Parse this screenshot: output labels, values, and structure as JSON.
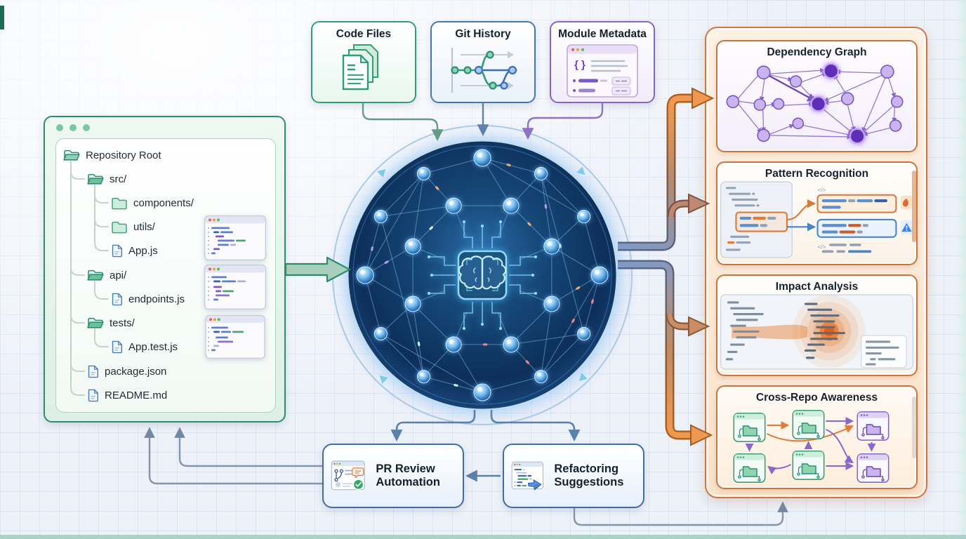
{
  "colors": {
    "green": "#2f9e77",
    "blue": "#4577ad",
    "purple": "#8a63c6",
    "orange": "#cd7743",
    "steel": "#5d80aa"
  },
  "repo_panel": {
    "items": [
      {
        "label": "Repository Root",
        "type": "folder-open",
        "depth": 0
      },
      {
        "label": "src/",
        "type": "folder",
        "depth": 1
      },
      {
        "label": "components/",
        "type": "folder-light",
        "depth": 2
      },
      {
        "label": "utils/",
        "type": "folder-light",
        "depth": 2
      },
      {
        "label": "App.js",
        "type": "file",
        "depth": 2
      },
      {
        "label": "api/",
        "type": "folder",
        "depth": 1
      },
      {
        "label": "endpoints.js",
        "type": "file",
        "depth": 2
      },
      {
        "label": "tests/",
        "type": "folder",
        "depth": 1
      },
      {
        "label": "App.test.js",
        "type": "file",
        "depth": 2
      },
      {
        "label": "package.json",
        "type": "file",
        "depth": 1
      },
      {
        "label": "README.md",
        "type": "file",
        "depth": 1
      }
    ]
  },
  "inputs": [
    {
      "label": "Code Files"
    },
    {
      "label": "Git History"
    },
    {
      "label": "Module Metadata",
      "brace_glyph": "{ }"
    }
  ],
  "outputs": [
    {
      "title": "Dependency Graph"
    },
    {
      "title": "Pattern Recognition",
      "code_mark_top": "</>",
      "code_mark_bottom": "</>"
    },
    {
      "title": "Impact Analysis"
    },
    {
      "title": "Cross-Repo Awareness"
    }
  ],
  "actions": [
    {
      "label": "PR Review Automation"
    },
    {
      "label": "Refactoring Suggestions"
    }
  ]
}
